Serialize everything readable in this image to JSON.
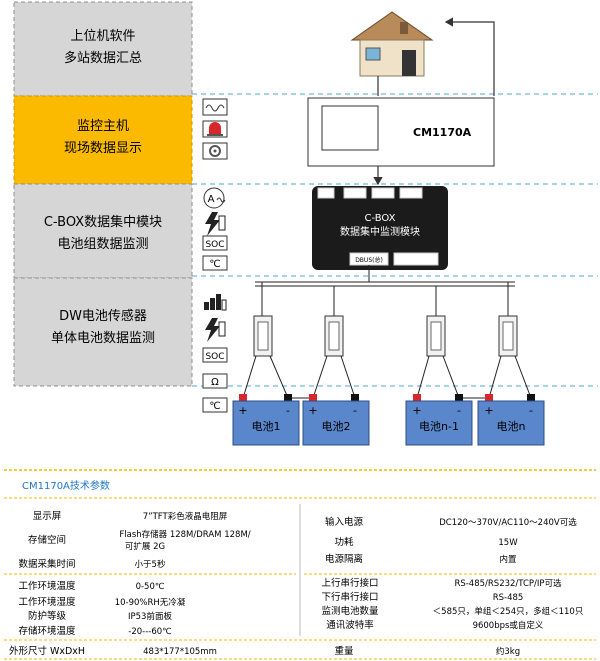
{
  "layers": [
    {
      "line1": "上位机软件",
      "line2": "多站数据汇总"
    },
    {
      "line1": "监控主机",
      "line2": "现场数据显示"
    },
    {
      "line1": "C-BOX数据集中模块",
      "line2": "电池组数据监测"
    },
    {
      "line1": "DW电池传感器",
      "line2": "单体电池数据监测"
    }
  ],
  "icons": {
    "host": [
      "waveform-icon",
      "alarm-light-icon",
      "settings-icon"
    ],
    "cbox": [
      "current-meter-icon",
      "voltage-icon",
      "soc-icon",
      "temperature-icon"
    ],
    "sensor": [
      "signal-bars-icon",
      "voltage-icon",
      "soc-icon",
      "resistance-icon",
      "temperature-icon"
    ],
    "text": {
      "soc": "SOC",
      "current": "A",
      "ohm": "Ω",
      "celsius": "℃"
    }
  },
  "monitor": {
    "label": "CM1170A"
  },
  "cbox": {
    "title": "C-BOX",
    "subtitle": "数据集中监测模块",
    "port": "DBUS(总)"
  },
  "batteries": [
    {
      "label": "电池1"
    },
    {
      "label": "电池2"
    },
    {
      "label": "电池n-1"
    },
    {
      "label": "电池n"
    }
  ],
  "terminals": {
    "plus": "+",
    "minus": "-"
  },
  "colors": {
    "accent": "#fbb900",
    "layer_gray": "#d4d4d4",
    "battery": "#5a86cc",
    "dash": "#4aa8d8",
    "cbox": "#1b1b1b",
    "title_text": "#1f77c8"
  },
  "specs": {
    "title": "CM1170A技术参数",
    "left_rows": [
      {
        "label": "显示屏",
        "value": "7”TFT彩色液晶电阻屏"
      },
      {
        "label": "存储空间",
        "value": "Flash存储器 128M/DRAM 128M/\n可扩展 2G"
      },
      {
        "label": "数据采集时间",
        "value": "小于5秒"
      },
      {
        "label": "工作环境温度",
        "value": "0-50℃"
      },
      {
        "label": "工作环境湿度",
        "value": "10-90%RH无冷凝"
      },
      {
        "label": "防护等级",
        "value": "IP53前面板"
      },
      {
        "label": "存储环境温度",
        "value": "-20---60℃"
      }
    ],
    "right_rows": [
      {
        "label": "输入电源",
        "value": "DC120～370V/AC110～240V可选"
      },
      {
        "label": "功耗",
        "value": "15W"
      },
      {
        "label": "电源隔离",
        "value": "内置"
      },
      {
        "label": "上行串行接口",
        "value": "RS-485/RS232/TCP/IP可选"
      },
      {
        "label": "下行串行接口",
        "value": "RS-485"
      },
      {
        "label": "监测电池数量",
        "value": "＜585只，单组＜254只，多组＜110只"
      },
      {
        "label": "通讯波特率",
        "value": "9600bps或自定义"
      }
    ],
    "bottom": {
      "label1": "外形尺寸 WxDxH",
      "value1": "483*177*105mm",
      "label2": "重量",
      "value2": "约3kg"
    }
  }
}
